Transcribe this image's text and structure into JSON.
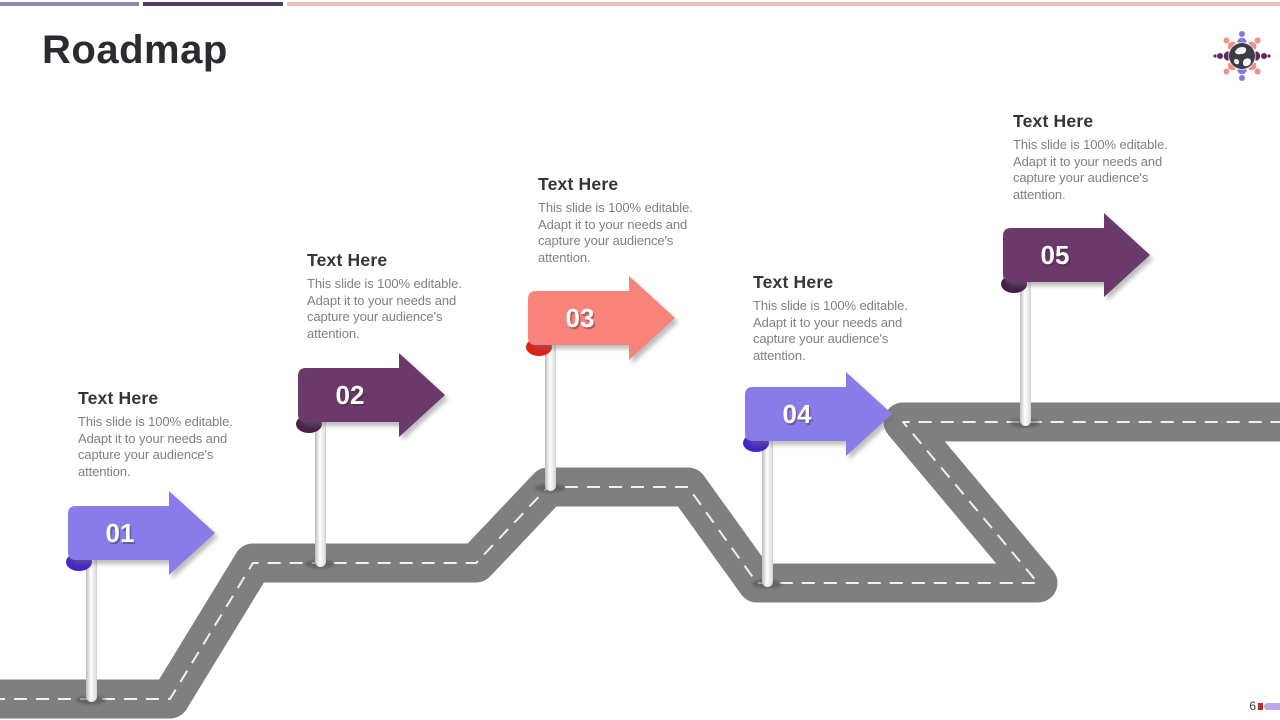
{
  "slide": {
    "title": "Roadmap"
  },
  "header_bars": {
    "bar1": "#8f87b2",
    "bar2": "#4d4263",
    "bar3": "#efbfb9"
  },
  "logo": {
    "globe_color": "#3e3d47",
    "person_colors": [
      "#8577e8",
      "#f0908a",
      "#5c2d5e",
      "#f0908a",
      "#8577e8",
      "#f0908a",
      "#5c2d5e",
      "#f0908a"
    ]
  },
  "road": {
    "asphalt_color": "#7f7f7f",
    "dash_color": "#f0f0f0"
  },
  "milestones": [
    {
      "number": "01",
      "title": "Text Here",
      "description": "This slide is 100% editable. Adapt it to your needs and capture your audience's attention.",
      "sign_color": "#8a7ce8",
      "curl_color": "#4526c9"
    },
    {
      "number": "02",
      "title": "Text Here",
      "description": "This slide is 100% editable. Adapt it to your needs and capture your audience's attention.",
      "sign_color": "#6b3a6b",
      "curl_color": "#471f48"
    },
    {
      "number": "03",
      "title": "Text Here",
      "description": "This slide is 100% editable. Adapt it to your needs and capture your audience's attention.",
      "sign_color": "#f8837b",
      "curl_color": "#df2317"
    },
    {
      "number": "04",
      "title": "Text Here",
      "description": "This slide is 100% editable. Adapt it to your needs and capture your audience's attention.",
      "sign_color": "#8a7ce8",
      "curl_color": "#4526c9"
    },
    {
      "number": "05",
      "title": "Text Here",
      "description": "This slide is 100% editable. Adapt it to your needs and capture your audience's attention.",
      "sign_color": "#6b3a6b",
      "curl_color": "#471f48"
    }
  ],
  "footer": {
    "page_number": "6",
    "accent_red": "#b5332d",
    "accent_purple": "#b7abe2"
  }
}
